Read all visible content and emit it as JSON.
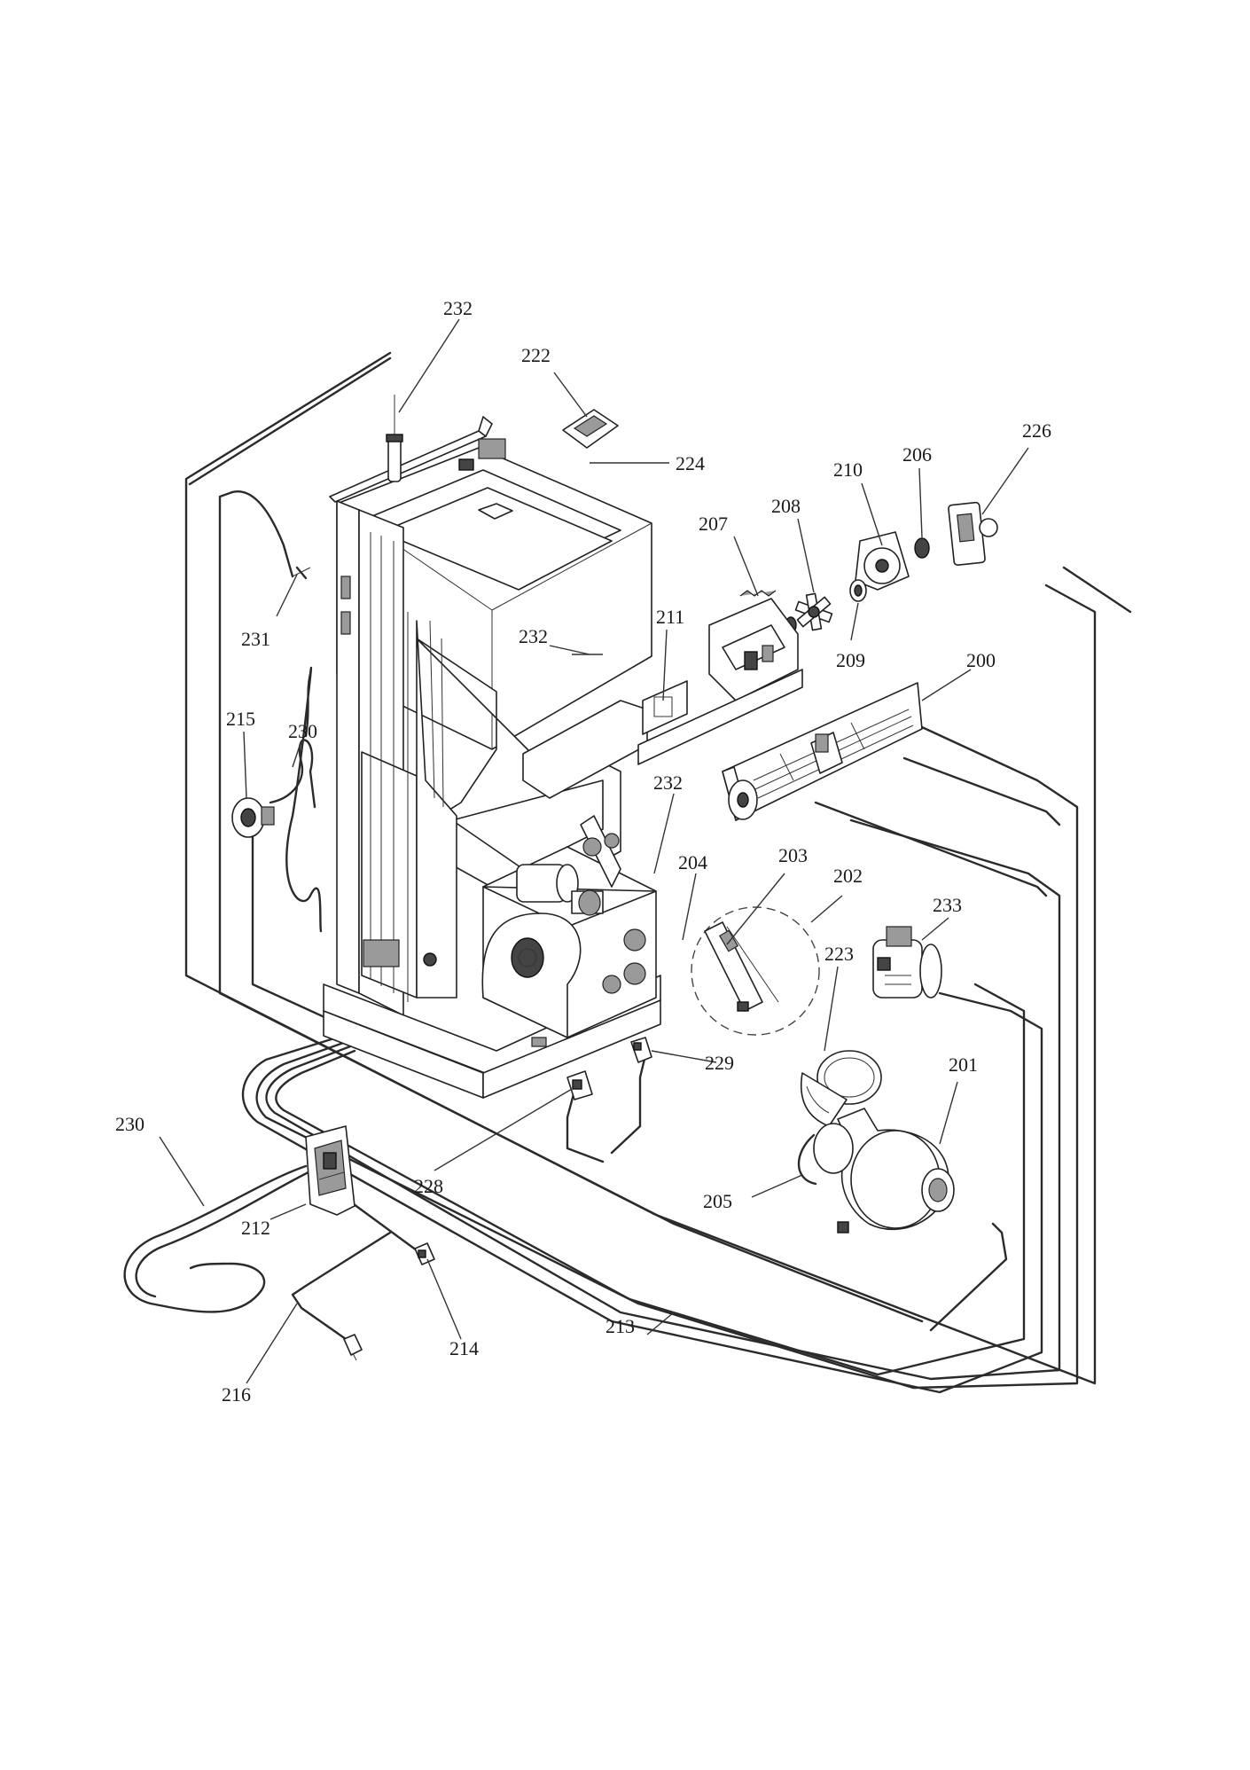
{
  "labels": {
    "l200": "200",
    "l201": "201",
    "l202": "202",
    "l203": "203",
    "l204": "204",
    "l205": "205",
    "l206": "206",
    "l207": "207",
    "l208": "208",
    "l209": "209",
    "l210": "210",
    "l211": "211",
    "l212": "212",
    "l213": "213",
    "l214": "214",
    "l215": "215",
    "l216": "216",
    "l222": "222",
    "l223": "223",
    "l224": "224",
    "l226": "226",
    "l228": "228",
    "l229": "229",
    "l230a": "230",
    "l230b": "230",
    "l231": "231",
    "l232a": "232",
    "l232b": "232",
    "l232c": "232",
    "l233": "233"
  }
}
